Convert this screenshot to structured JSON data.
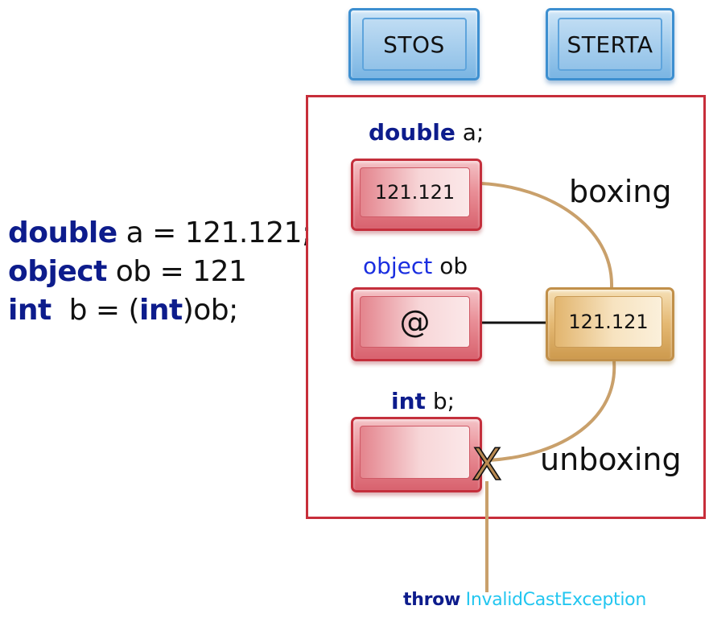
{
  "headers": {
    "stack": "STOS",
    "heap": "STERTA"
  },
  "code_lines": [
    {
      "keyword": "double",
      "rest": " a = 121.121;"
    },
    {
      "keyword": "object",
      "rest": " ob = 121"
    },
    {
      "keyword": "int",
      "rest_pre": "  b = (",
      "cast_keyword": "int",
      "rest_post": ")ob;"
    }
  ],
  "stack_items": {
    "a": {
      "keyword": "double",
      "name": " a;",
      "value": "121.121"
    },
    "ob": {
      "keyword": "object",
      "name": " ob",
      "value": "@"
    },
    "b": {
      "keyword": "int",
      "name": " b;",
      "value": ""
    }
  },
  "heap_item": {
    "value": "121.121"
  },
  "operations": {
    "boxing": "boxing",
    "unboxing": "unboxing"
  },
  "fail_marker": "X",
  "exception": {
    "keyword": "throw",
    "name": " InvalidCastException"
  },
  "colors": {
    "frame": "#c72e3a",
    "keyword": "#0d1c8c",
    "object_keyword": "#1a2ee0",
    "exception_name": "#22c6f0",
    "connector": "#c9a06b",
    "stack_box": "#e98f97",
    "heap_box": "#e4b872",
    "header_box": "#9cc9ec"
  }
}
